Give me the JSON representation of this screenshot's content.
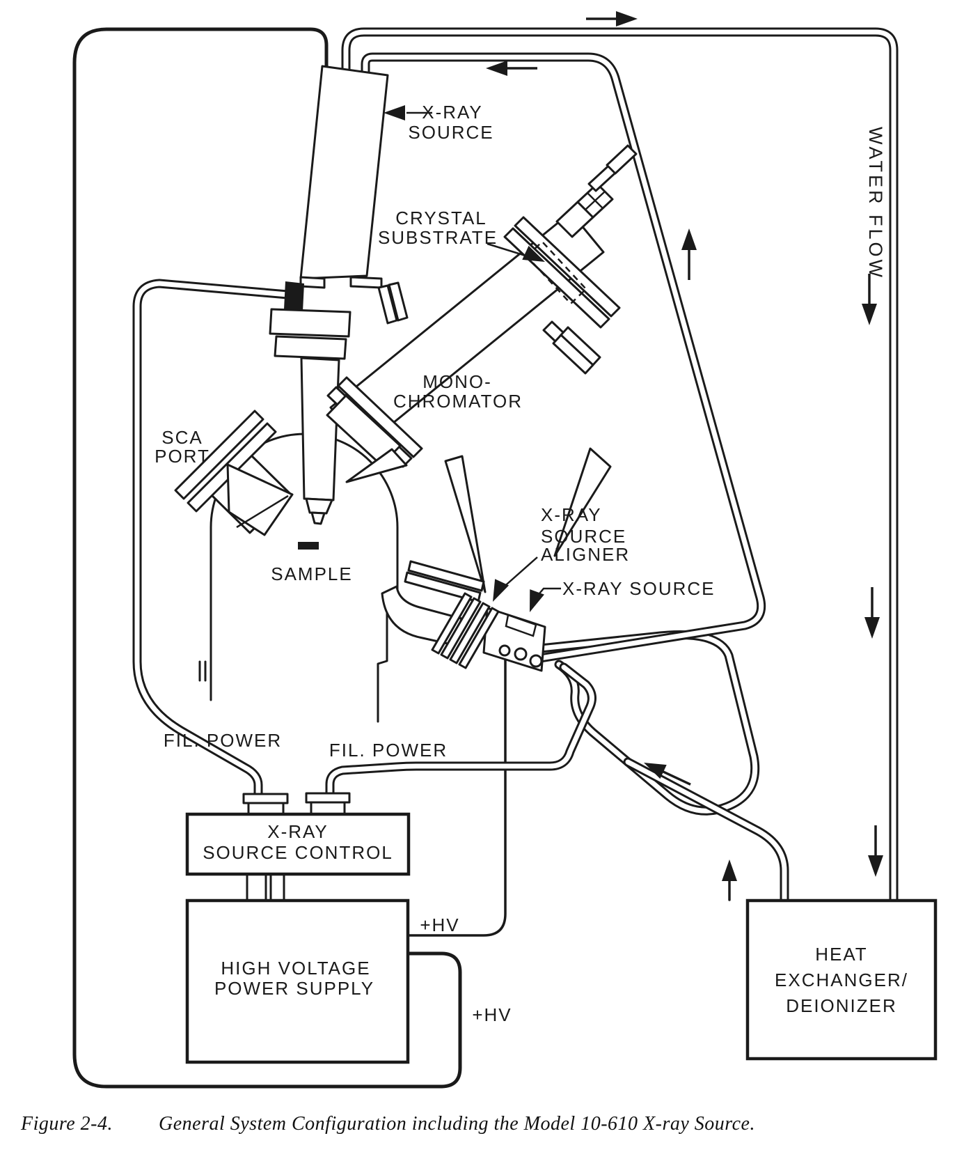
{
  "diagram": {
    "labels": {
      "xray_source_top": {
        "lines": [
          "X-RAY",
          "SOURCE"
        ]
      },
      "crystal_substrate": {
        "lines": [
          "CRYSTAL",
          "SUBSTRATE"
        ]
      },
      "monochromator": {
        "lines": [
          "MONO-",
          "CHROMATOR"
        ]
      },
      "sca_port": {
        "lines": [
          "SCA",
          "PORT"
        ]
      },
      "sample": "SAMPLE",
      "xray_source_aligner": {
        "lines": [
          "X-RAY",
          "SOURCE",
          "ALIGNER"
        ]
      },
      "xray_source_lower": "X-RAY SOURCE",
      "water_flow": "WATER FLOW",
      "fil_power_left": "FIL. POWER",
      "fil_power_right": "FIL. POWER",
      "hv_upper": "+HV",
      "hv_lower": "+HV",
      "source_control": {
        "lines": [
          "X-RAY",
          "SOURCE CONTROL"
        ]
      },
      "hv_power_supply": {
        "lines": [
          "HIGH VOLTAGE",
          "POWER SUPPLY"
        ]
      },
      "heat_exchanger": {
        "lines": [
          "HEAT",
          "EXCHANGER/",
          "DEIONIZER"
        ]
      }
    },
    "caption": {
      "figure": "Figure 2-4.",
      "text": "General System Configuration including the Model 10-610 X-ray Source."
    },
    "colors": {
      "ink": "#1a1a1a",
      "paper": "#ffffff"
    }
  }
}
